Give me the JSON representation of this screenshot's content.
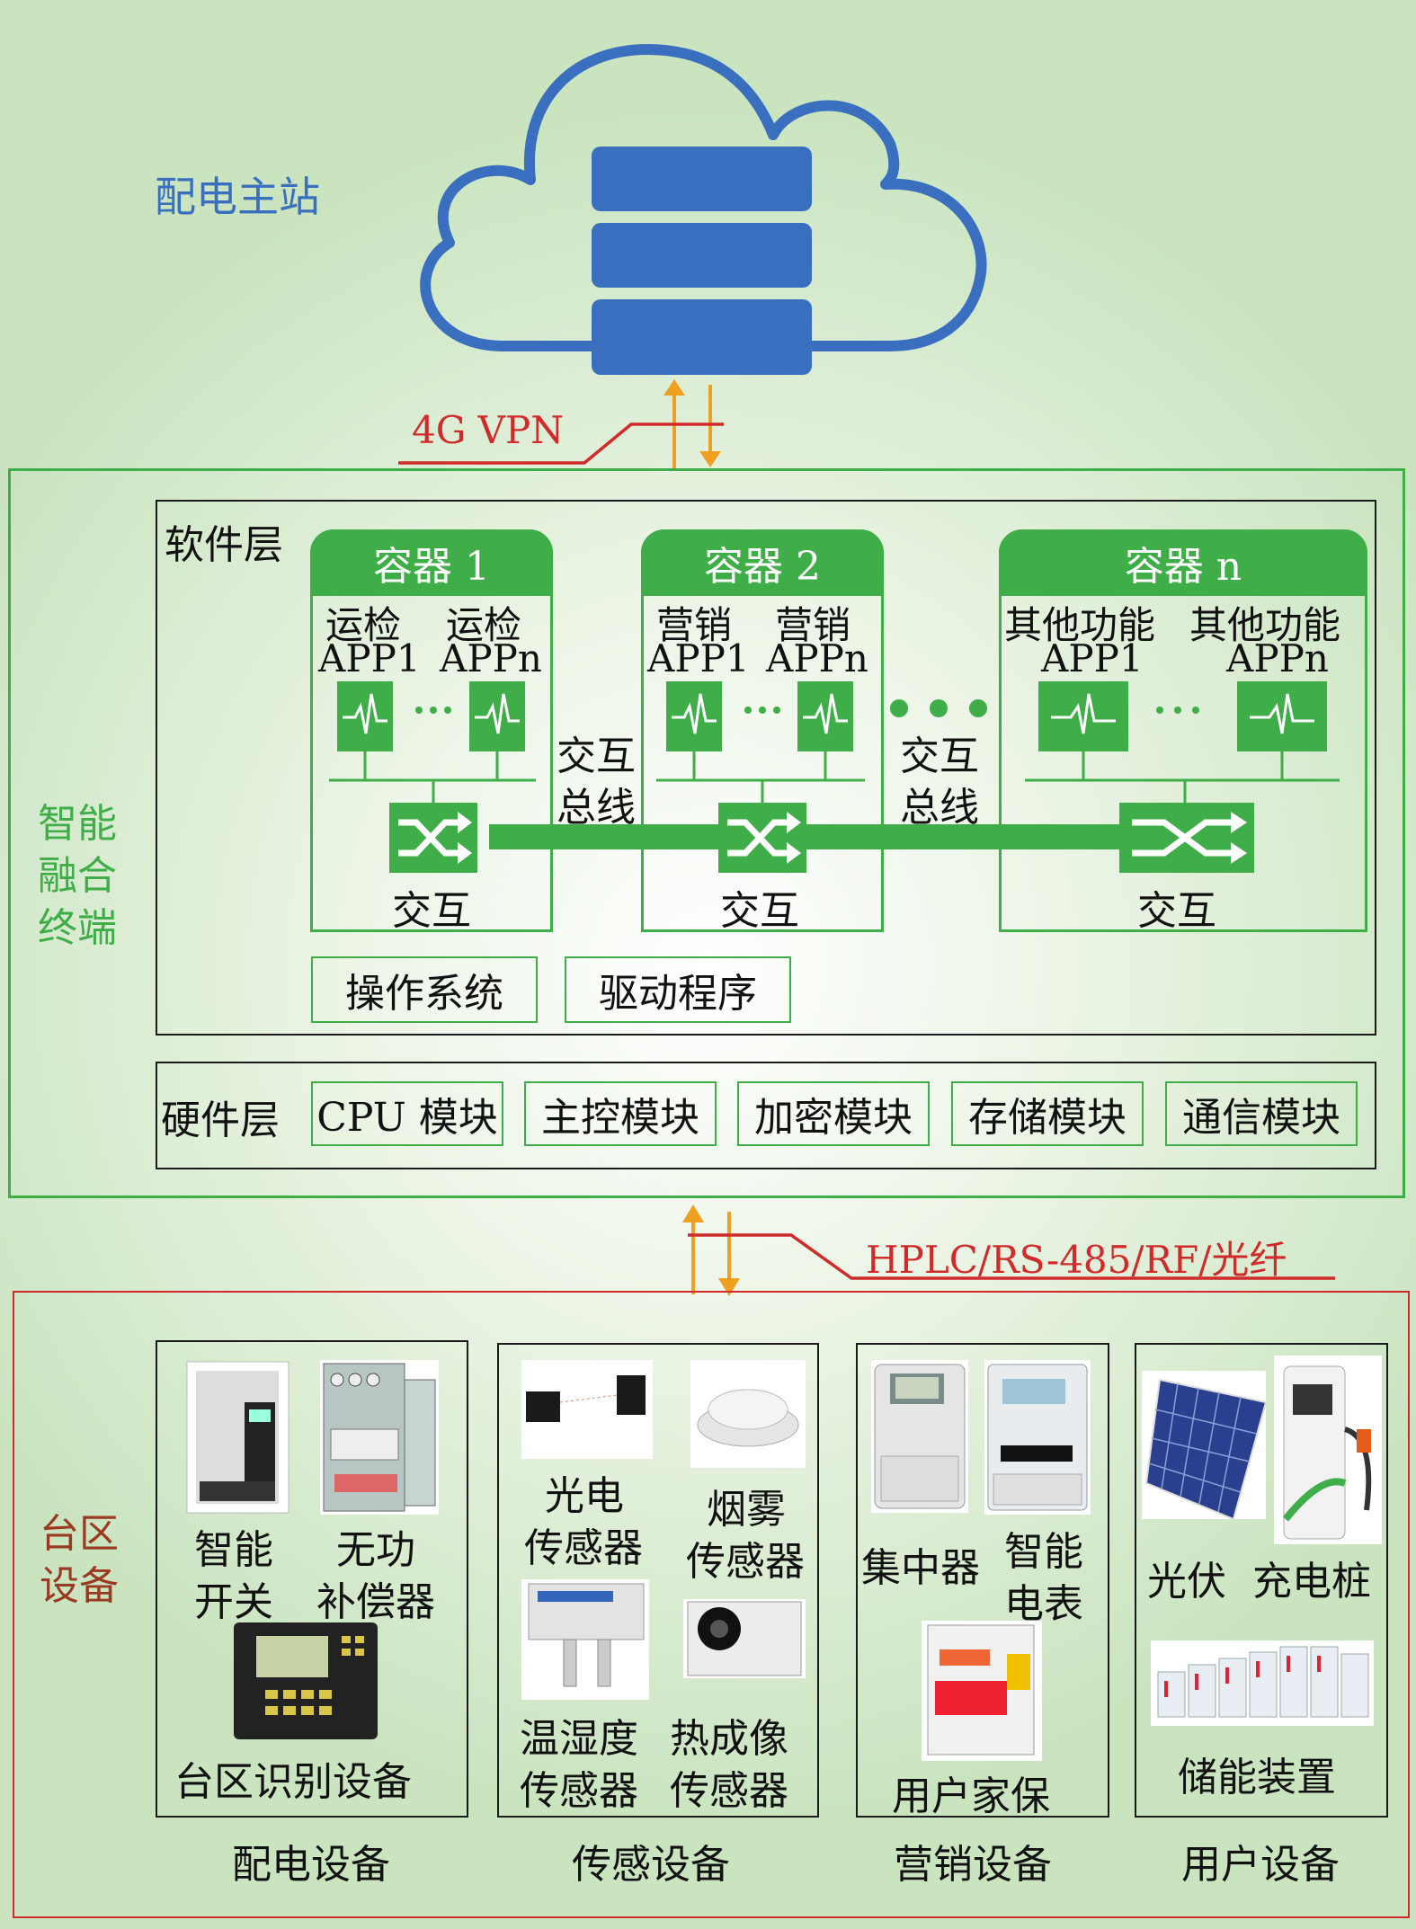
{
  "master_station": {
    "label": "配电主站"
  },
  "links": {
    "top": "4G VPN",
    "bottom": "HPLC/RS-485/RF/光纤"
  },
  "terminal": {
    "label_lines": [
      "智能",
      "融合",
      "终端"
    ]
  },
  "software_layer": {
    "title": "软件层",
    "containers": [
      {
        "title": "容器 1",
        "apps": [
          {
            "l1": "运检",
            "l2": "APP1"
          },
          {
            "l1": "运检",
            "l2": "APPn"
          }
        ],
        "switch_label": "交互"
      },
      {
        "title": "容器 2",
        "apps": [
          {
            "l1": "营销",
            "l2": "APP1"
          },
          {
            "l1": "营销",
            "l2": "APPn"
          }
        ],
        "switch_label": "交互"
      },
      {
        "title": "容器 n",
        "apps": [
          {
            "l1": "其他功能",
            "l2": "APP1"
          },
          {
            "l1": "其他功能",
            "l2": "APPn"
          }
        ],
        "switch_label": "交互"
      }
    ],
    "bus_label_lines": [
      "交互",
      "总线"
    ],
    "system_boxes": [
      "操作系统",
      "驱动程序"
    ]
  },
  "hardware_layer": {
    "title": "硬件层",
    "modules": [
      "CPU 模块",
      "主控模块",
      "加密模块",
      "存储模块",
      "通信模块"
    ]
  },
  "area_devices": {
    "label_lines": [
      "台区",
      "设备"
    ],
    "groups": [
      {
        "caption": "配电设备",
        "items": [
          [
            "智能",
            "开关"
          ],
          [
            "无功",
            "补偿器"
          ],
          [
            "台区识别设备"
          ]
        ]
      },
      {
        "caption": "传感设备",
        "items": [
          [
            "光电",
            "传感器"
          ],
          [
            "烟雾",
            "传感器"
          ],
          [
            "温湿度",
            "传感器"
          ],
          [
            "热成像",
            "传感器"
          ]
        ]
      },
      {
        "caption": "营销设备",
        "items": [
          [
            "集中器"
          ],
          [
            "智能",
            "电表"
          ],
          [
            "用户家保"
          ]
        ]
      },
      {
        "caption": "用户设备",
        "items": [
          [
            "光伏"
          ],
          [
            "充电桩"
          ],
          [
            "储能装置"
          ]
        ]
      }
    ]
  },
  "colors": {
    "green": "#3fae49",
    "blue": "#3a6fbf",
    "red": "#d02a2a",
    "orange": "#f0a020",
    "brown": "#9b3a22"
  }
}
